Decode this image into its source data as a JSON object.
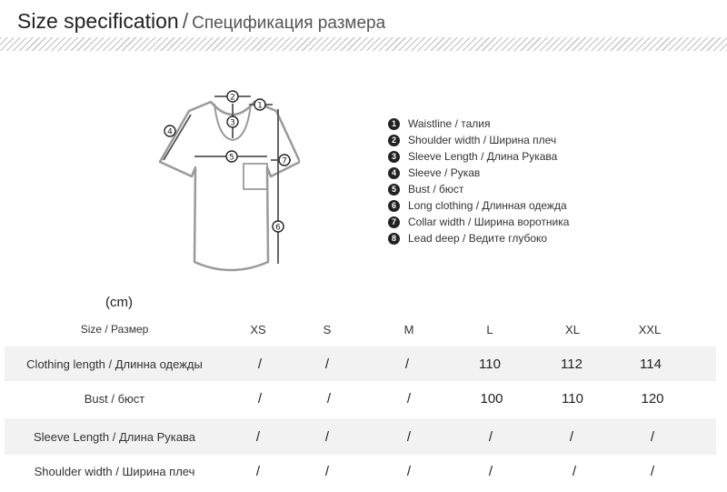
{
  "header": {
    "title_en": "Size specification",
    "title_sep": "/",
    "title_ru": "Спецификация размера"
  },
  "diagram": {
    "markers": [
      "1",
      "2",
      "3",
      "4",
      "5",
      "6",
      "7"
    ]
  },
  "legend": [
    {
      "num": "1",
      "label": "Waistline / талия"
    },
    {
      "num": "2",
      "label": "Shoulder width / Ширина плеч"
    },
    {
      "num": "3",
      "label": "Sleeve Length / Длина Рукава"
    },
    {
      "num": "4",
      "label": "Sleeve / Рукав"
    },
    {
      "num": "5",
      "label": "Bust / бюст"
    },
    {
      "num": "6",
      "label": "Long clothing / Длинная одежда"
    },
    {
      "num": "7",
      "label": "Collar width / Ширина воротника"
    },
    {
      "num": "8",
      "label": "Lead deep / Ведите глубоко"
    }
  ],
  "unit_label": "(cm)",
  "table": {
    "header_label": "Size / Размер",
    "sizes": [
      "XS",
      "S",
      "M",
      "L",
      "XL",
      "XXL"
    ],
    "rows": [
      {
        "label": "Clothing length / Длинна одежды",
        "values": [
          "/",
          "/",
          "/",
          "110",
          "112",
          "114"
        ]
      },
      {
        "label": "Bust / бюст",
        "values": [
          "/",
          "/",
          "/",
          "100",
          "110",
          "120"
        ]
      },
      {
        "label": "Sleeve Length / Длина Рукава",
        "values": [
          "/",
          "/",
          "/",
          "/",
          "/",
          "/"
        ]
      },
      {
        "label": "Shoulder width / Ширина плеч",
        "values": [
          "/",
          "/",
          "/",
          "/",
          "/",
          "/"
        ]
      }
    ]
  },
  "colors": {
    "row_shade": "#f2f2f2",
    "shirt_outline": "#9a9a9a",
    "measure_line": "#555555",
    "marker": "#222222"
  }
}
